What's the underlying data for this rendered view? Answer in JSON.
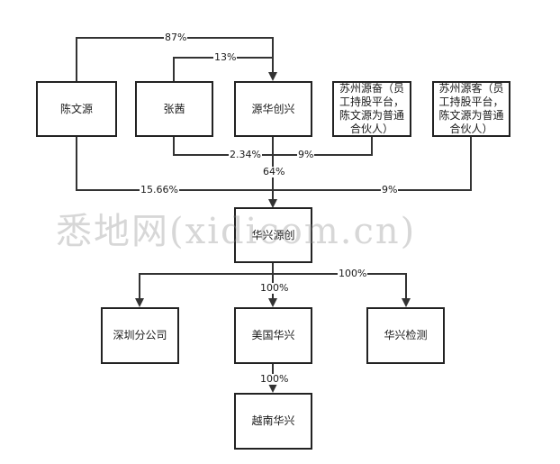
{
  "nodes": {
    "chen_wenyuan": "陈文源",
    "zhang_qian": "张茜",
    "yuanhua_chuangxing": "源华创兴",
    "suzhou_yuanfen": "苏州源奋（员工持股平台，陈文源为普通合伙人）",
    "suzhou_yuanke": "苏州源客（员工持股平台，陈文源为普通合伙人）",
    "huaxing_yuanchuang": "华兴源创",
    "shenzhen_branch": "深圳分公司",
    "usa_huaxing": "美国华兴",
    "huaxing_testing": "华兴检测",
    "vietnam_huaxing": "越南华兴"
  },
  "edges": {
    "chen_to_yuanhua": "87%",
    "zhang_to_yuanhua": "13%",
    "zhang_to_huaxing": "2.34%",
    "yuanfen_to_huaxing": "9%",
    "yuanhua_to_huaxing": "64%",
    "chen_to_huaxing": "15.66%",
    "yuanke_to_huaxing": "9%",
    "huaxing_to_shenzhen_testing": "100%",
    "huaxing_to_usa": "100%",
    "usa_to_vietnam": "100%"
  },
  "watermark": "悉地网(xidicom.cn)",
  "colors": {
    "line": "#333333",
    "border": "#222222",
    "background": "#ffffff"
  }
}
